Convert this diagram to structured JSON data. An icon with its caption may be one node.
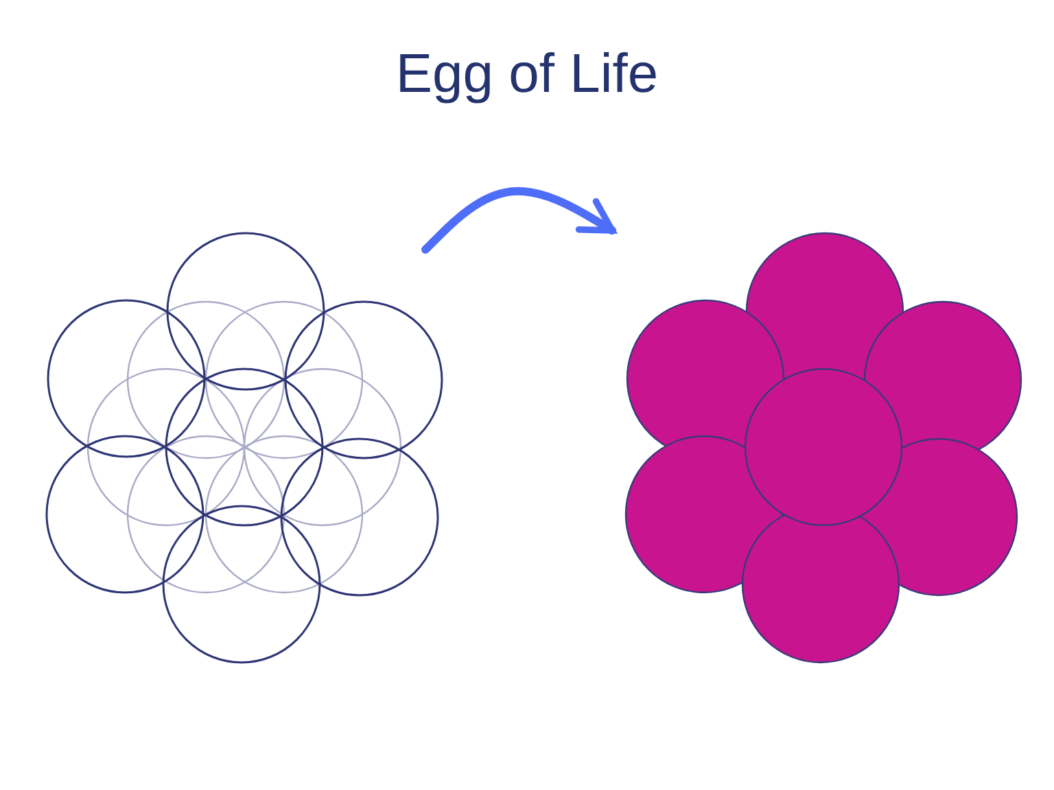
{
  "diagram": {
    "title": "Egg of Life",
    "nodes": [
      {
        "text": [],
        "shape": "picture"
      },
      {
        "text": [],
        "shape": "picture"
      }
    ],
    "edges": [
      {
        "from": 0,
        "to": 1,
        "arrow": "to"
      }
    ]
  }
}
